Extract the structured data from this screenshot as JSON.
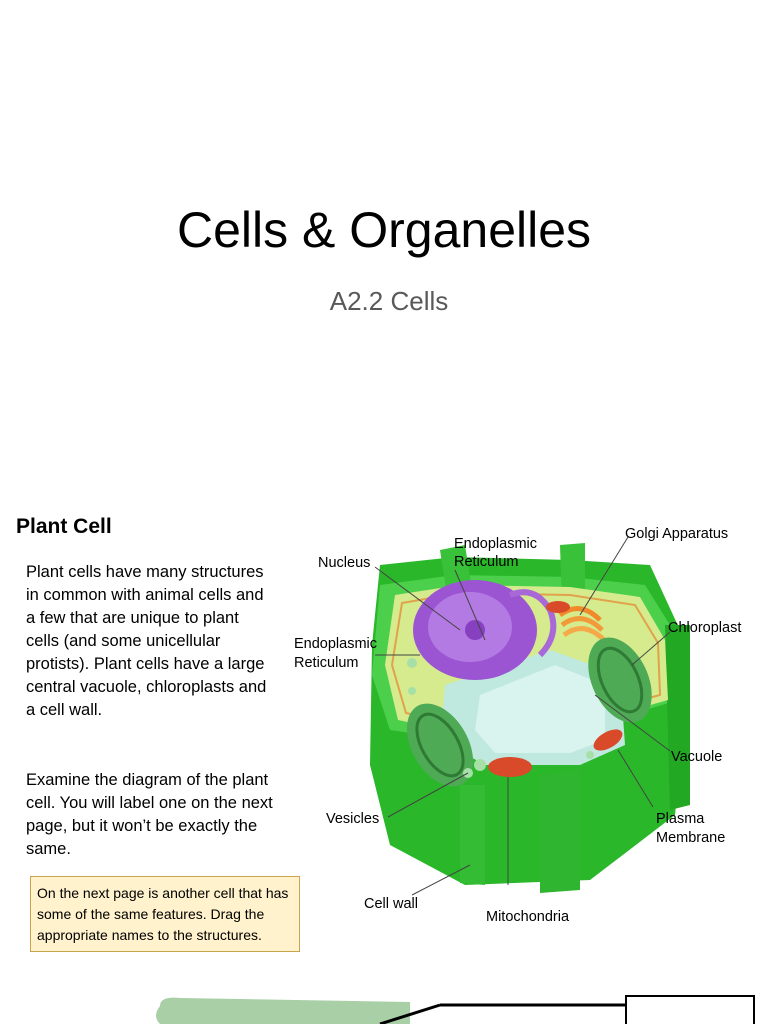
{
  "page": {
    "title": "Cells & Organelles",
    "subtitle": "A2.2 Cells"
  },
  "section": {
    "heading": "Plant Cell",
    "paragraph1": "Plant cells have many structures in common with animal cells and a few that are unique to plant cells (and some unicellular protists). Plant cells have a large central vacuole, chloroplasts and a cell wall.",
    "paragraph2": "Examine the diagram of the plant cell.  You will label one on the next page, but it won’t be exactly the same.",
    "note": "On the next page is another cell that has some of the same features. Drag the appropriate names to the structures."
  },
  "diagram": {
    "labels": {
      "nucleus": "Nucleus",
      "er_top_1": "Endoplasmic",
      "er_top_2": "Reticulum",
      "golgi": "Golgi Apparatus",
      "chloroplast": "Chloroplast",
      "er_left_1": "Endoplasmic",
      "er_left_2": "Reticulum",
      "vacuole": "Vacuole",
      "vesicles": "Vesicles",
      "plasma_1": "Plasma",
      "plasma_2": "Membrane",
      "cell_wall": "Cell wall",
      "mitochondria": "Mitochondria"
    },
    "colors": {
      "cell_wall": "#33cc33",
      "cytoplasm": "#d4ea8a",
      "nucleus": "#a25fd6",
      "vacuole": "#c7ece4",
      "chloroplast": "#4faa55",
      "mitochondria": "#d94a2a",
      "golgi": "#f08a2a"
    }
  }
}
